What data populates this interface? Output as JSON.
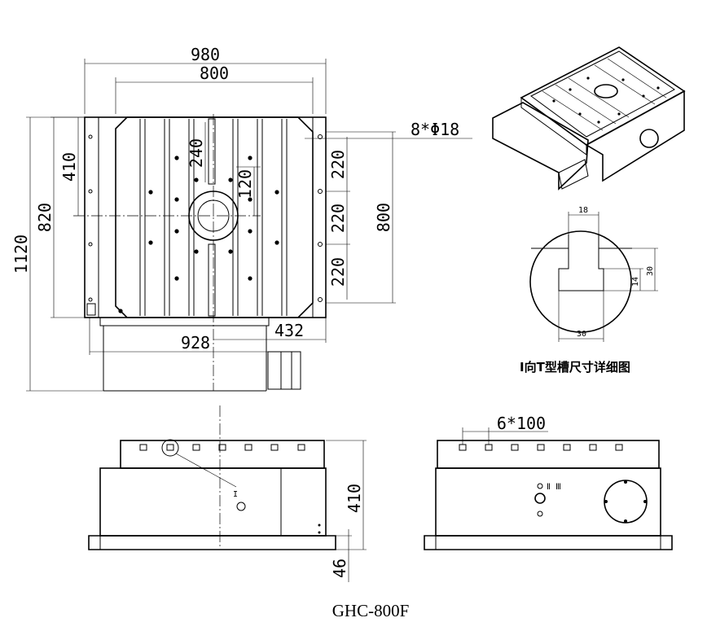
{
  "title": "GHC-800F",
  "top_view": {
    "dim_width_outer": "980",
    "dim_width_inner": "800",
    "dim_height_outer": "1120",
    "dim_height_820": "820",
    "dim_height_410": "410",
    "dim_height_800": "800",
    "dim_slot_pitch_1": "220",
    "dim_slot_pitch_2": "220",
    "dim_slot_pitch_3": "220",
    "dim_center_240": "240",
    "dim_center_120": "120",
    "dim_hole_callout": "8*Φ18",
    "dim_base_928": "928",
    "dim_base_432": "432"
  },
  "tslot_detail": {
    "caption": "I向T型槽尺寸详细图",
    "dim_top": "18",
    "dim_bottom": "30",
    "dim_depth_total": "30",
    "dim_depth_14": "14"
  },
  "front_view": {
    "dim_height_410": "410",
    "dim_base_46": "46",
    "detail_marker": "I"
  },
  "side_view": {
    "dim_slot_spacing": "6*100",
    "label_small": "Ⅱ Ⅲ"
  }
}
